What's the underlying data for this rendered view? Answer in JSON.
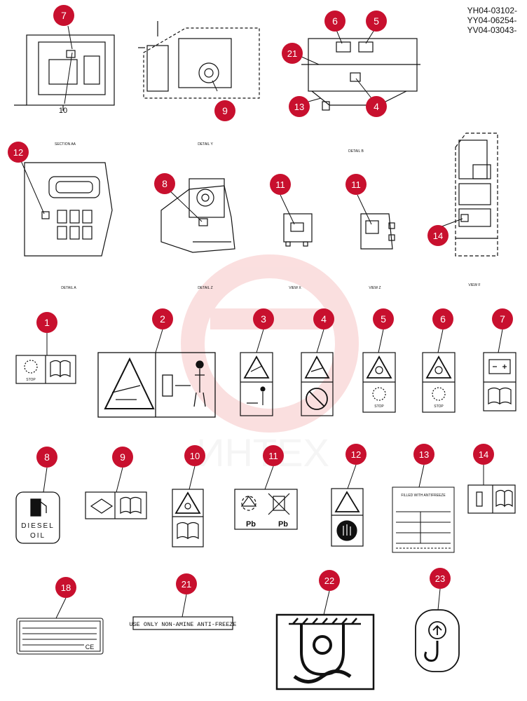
{
  "part_codes": [
    "YH04-03102-",
    "YY04-06254-",
    "YV04-03043-"
  ],
  "view_labels": {
    "section_aa": "SECTION AA",
    "detail_y": "DETAIL Y",
    "detail_b": "DETAIL B",
    "detail_a": "DETAIL A",
    "detail_z": "DETAIL Z",
    "view_x": "VIEW X",
    "view_z": "VIEW Z",
    "view_f": "VIEW F"
  },
  "drawing_callouts": {
    "c7": "7",
    "c10": "10",
    "c9": "9",
    "c6": "6",
    "c5": "5",
    "c21": "21",
    "c13": "13",
    "c4": "4",
    "c12": "12",
    "c8": "8",
    "c11a": "11",
    "c11b": "11",
    "c14": "14"
  },
  "decal_callouts": {
    "d1": "1",
    "d2": "2",
    "d3": "3",
    "d4": "4",
    "d5": "5",
    "d6": "6",
    "d7": "7",
    "d8": "8",
    "d9": "9",
    "d10": "10",
    "d11": "11",
    "d12": "12",
    "d13": "13",
    "d14": "14",
    "d18": "18",
    "d21": "21",
    "d22": "22",
    "d23": "23"
  },
  "decal_text": {
    "stop": "STOP",
    "diesel": "DIESEL",
    "oil": "OIL",
    "pb": "Pb",
    "antifreeze_title": "FILLED WITH ANTIFREEZE",
    "antifreeze_line": "USE ONLY NON-AMINE ANTI-FREEZE",
    "ce": "CE"
  },
  "watermark": "ИНТЕХ",
  "colors": {
    "callout": "#c8102e",
    "watermark": "#f7c5c5",
    "ink": "#111111"
  }
}
